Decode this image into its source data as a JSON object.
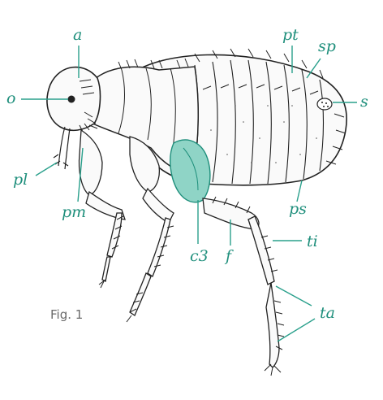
{
  "caption": "Fig. 1",
  "labels": {
    "a": "a",
    "o": "o",
    "pl": "pl",
    "pm": "pm",
    "pt": "pt",
    "sp": "sp",
    "s": "s",
    "ps": "ps",
    "ti": "ti",
    "ta": "ta",
    "c3": "c3",
    "f": "f"
  },
  "colors": {
    "label": "#1f8f7c",
    "leader": "#2aa08c",
    "highlight": "#8fd4c6",
    "ink": "#222222"
  }
}
